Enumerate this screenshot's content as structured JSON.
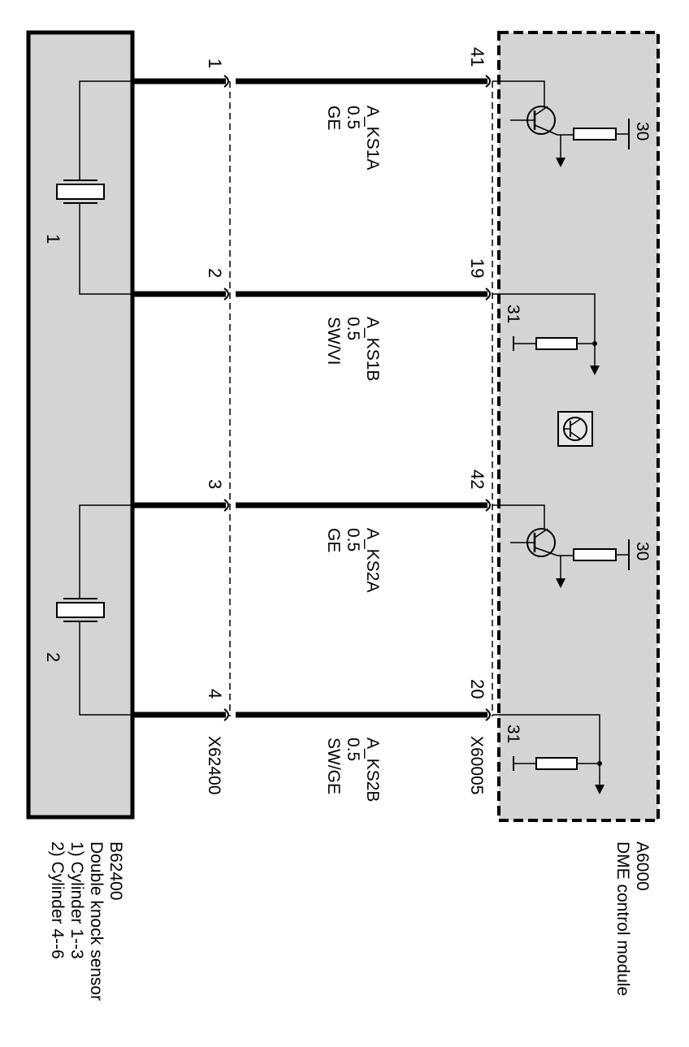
{
  "sensor": {
    "id": "B62400",
    "name": "Double knock sensor",
    "note1": "1) Cylinder 1--3",
    "note2": "2) Cylinder 4--6",
    "element1": "1",
    "element2": "2"
  },
  "module": {
    "id": "A6000",
    "name": "DME control module",
    "supply_top": "30",
    "supply_bottom": "30",
    "ground_1": "31",
    "ground_2": "31"
  },
  "connectors": {
    "sensor_side": "X62400",
    "module_side": "X60005"
  },
  "wires": [
    {
      "signal": "A_KS1A",
      "gauge": "0.5",
      "color": "GE",
      "sensor_pin": "1",
      "module_pin": "41"
    },
    {
      "signal": "A_KS1B",
      "gauge": "0.5",
      "color": "SW/VI",
      "sensor_pin": "2",
      "module_pin": "19"
    },
    {
      "signal": "A_KS2A",
      "gauge": "0.5",
      "color": "GE",
      "sensor_pin": "3",
      "module_pin": "42"
    },
    {
      "signal": "A_KS2B",
      "gauge": "0.5",
      "color": "SW/GE",
      "sensor_pin": "4",
      "module_pin": "20"
    }
  ],
  "colors": {
    "box_fill": "#d4d4d4",
    "line": "#000000"
  }
}
